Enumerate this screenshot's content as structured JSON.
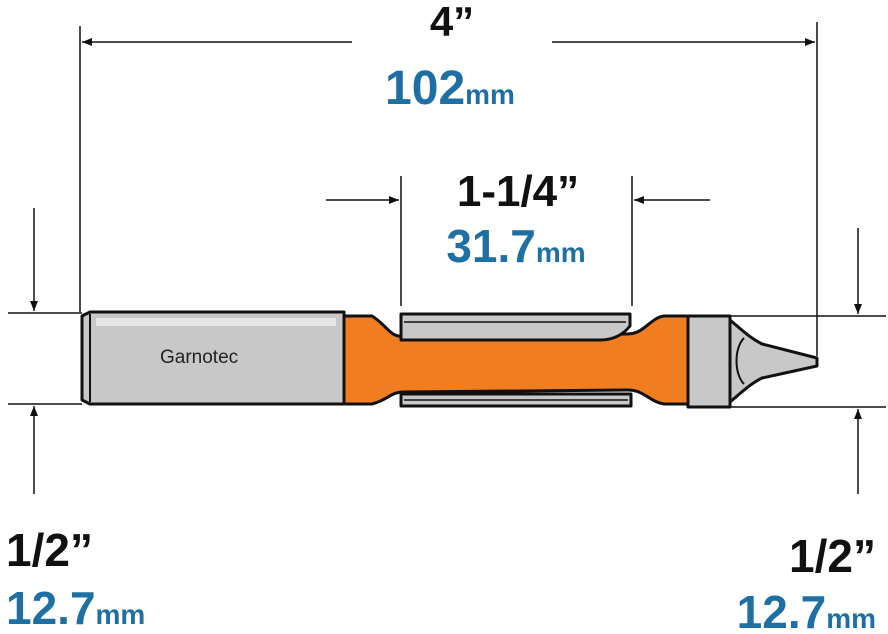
{
  "colors": {
    "ink": "#111111",
    "metric": "#1e6fa3",
    "body": "#f07d1f",
    "steel": "#c8c8c8",
    "steel_dark": "#9a9a9a"
  },
  "overall_length": {
    "inch": "4”",
    "mm_value": "102",
    "mm_unit": "mm"
  },
  "cutting_length": {
    "inch": "1-1/4”",
    "mm_value": "31.7",
    "mm_unit": "mm"
  },
  "shank_diameter": {
    "inch": "1/2”",
    "mm_value": "12.7",
    "mm_unit": "mm"
  },
  "cut_diameter": {
    "inch": "1/2”",
    "mm_value": "12.7",
    "mm_unit": "mm"
  },
  "brand": "Garnotec"
}
